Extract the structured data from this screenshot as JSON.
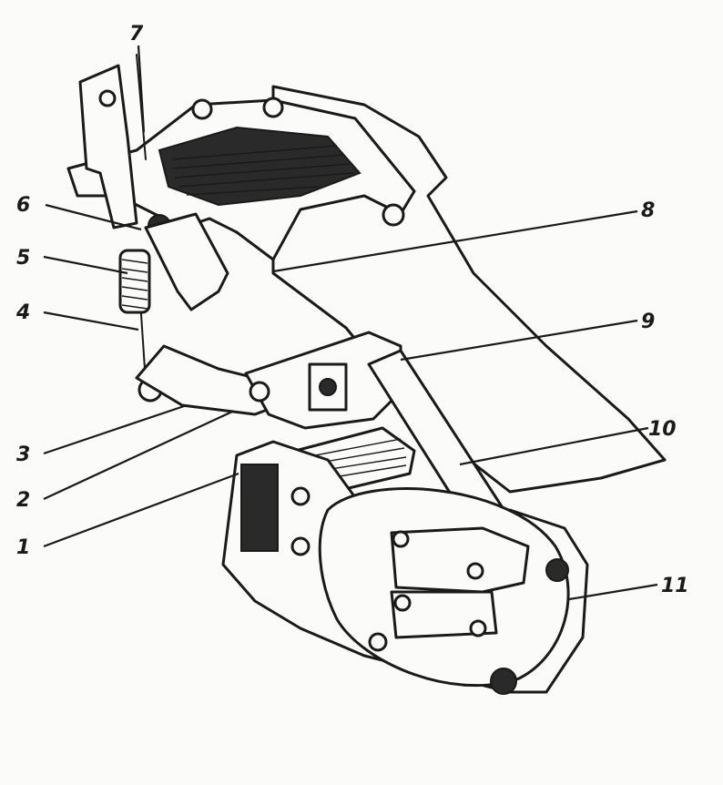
{
  "labels": [
    {
      "key": "1",
      "text": "1"
    },
    {
      "key": "2",
      "text": "2"
    },
    {
      "key": "3",
      "text": "3"
    },
    {
      "key": "4",
      "text": "4"
    },
    {
      "key": "5",
      "text": "5"
    },
    {
      "key": "6",
      "text": "6"
    },
    {
      "key": "7",
      "text": "7"
    },
    {
      "key": "8",
      "text": "8"
    },
    {
      "key": "9",
      "text": "9"
    },
    {
      "key": "10",
      "text": "10"
    },
    {
      "key": "11",
      "text": "11"
    }
  ],
  "colors": {
    "ink": "#1a1a1a",
    "paper": "#fbfbf9"
  }
}
